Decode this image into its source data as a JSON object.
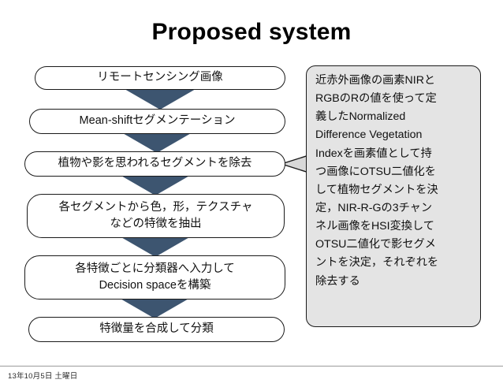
{
  "slide": {
    "title": "Proposed system",
    "background_color": "#ffffff"
  },
  "colors": {
    "arrow_fill": "#3d5570",
    "box_border": "#1a1a1a",
    "box_fill": "#ffffff",
    "note_fill": "#e4e4e4",
    "text": "#111111",
    "footer_rule": "#9a9a9a"
  },
  "flow": {
    "steps": [
      {
        "id": "step-1",
        "label": "リモートセンシング画像"
      },
      {
        "id": "step-2",
        "label": "Mean-shiftセグメンテーション"
      },
      {
        "id": "step-3",
        "label": "植物や影を思われるセグメントを除去"
      },
      {
        "id": "step-4",
        "label": "各セグメントから色，形，テクスチャ\nなどの特徴を抽出"
      },
      {
        "id": "step-5",
        "label": "各特徴ごとに分類器へ入力して\nDecision spaceを構築"
      },
      {
        "id": "step-6",
        "label": "特徴量を合成して分類"
      }
    ],
    "arrow_count": 5,
    "arrow_direction": "down"
  },
  "note": {
    "connector_direction": "left",
    "connects_to": "step-3",
    "text": "近赤外画像の画素NIRとRGBのRの値を使って定義したNormalized Difference Vegetation Indexを画素値として持つ画像にOTSU二値化をして植物セグメントを決定，NIR-R-Gの3チャンネル画像をHSI変換してOTSU二値化で影セグメントを決定，それぞれを除去する",
    "lines": [
      "近赤外画像の画素NIRと",
      "RGBのRの値を使って定",
      "義したNormalized",
      "Difference Vegetation",
      "Indexを画素値として持",
      "つ画像にOTSU二値化を",
      "して植物セグメントを決",
      "定，NIR-R-Gの3チャン",
      "ネル画像をHSI変換して",
      "OTSU二値化で影セグメ",
      "ントを決定，それぞれを",
      "除去する"
    ]
  },
  "footer": {
    "date": "13年10月5日 土曜日"
  }
}
